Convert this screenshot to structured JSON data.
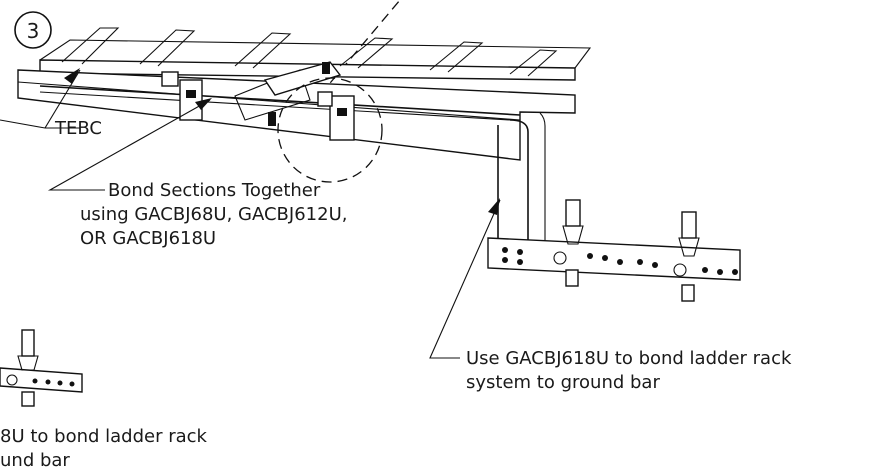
{
  "diagram": {
    "step_number": "3",
    "callouts": {
      "tebc": "TEBC",
      "bond_sections_line1": "Bond Sections Together",
      "bond_sections_line2": "using GACBJ68U, GACBJ612U,",
      "bond_sections_line3": "OR GACBJ618U",
      "use_gacbj_line1": "Use GACBJ618U to bond ladder rack",
      "use_gacbj_line2": "system to ground bar",
      "partial_line1": "8U to bond ladder rack",
      "partial_line2": "und bar"
    }
  }
}
